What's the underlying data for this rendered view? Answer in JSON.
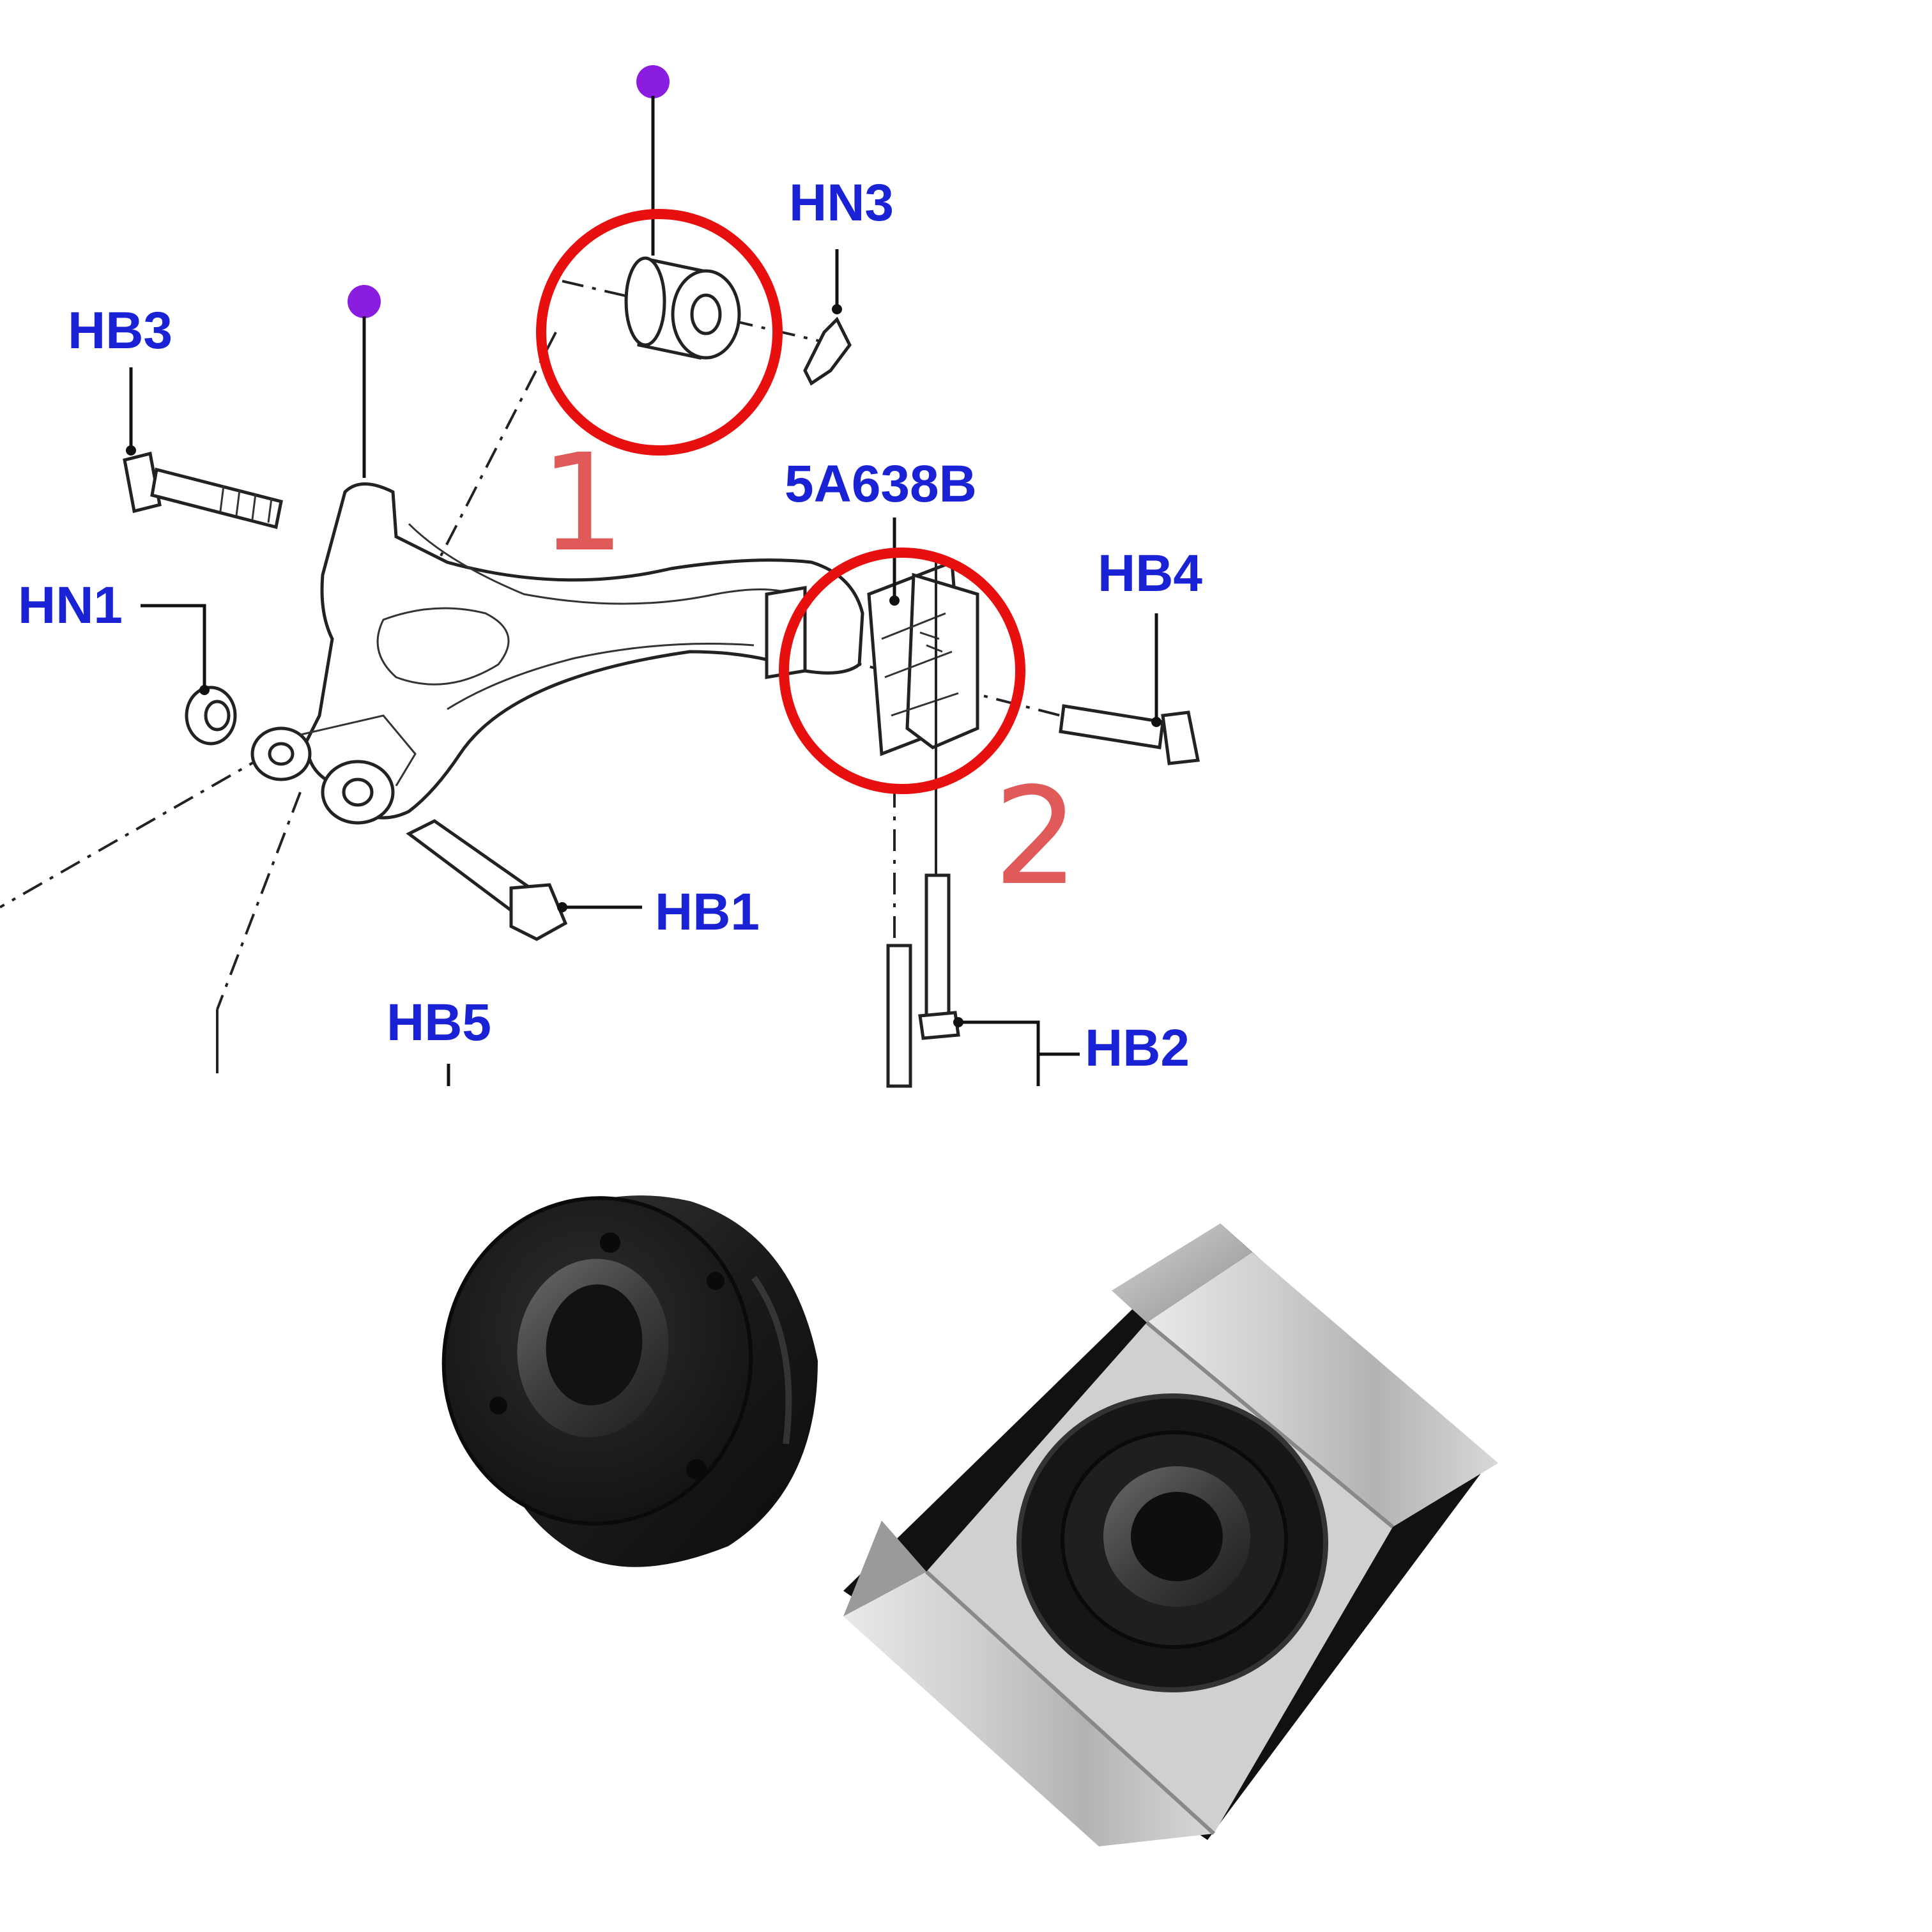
{
  "diagram": {
    "part_labels": {
      "hn3": "HN3",
      "hb3": "HB3",
      "part_5a638b": "5A638B",
      "hn1": "HN1",
      "hb4": "HB4",
      "hb1": "HB1",
      "hb5": "HB5",
      "hb2": "HB2"
    },
    "circle_numbers": {
      "first": "1",
      "second": "2"
    }
  },
  "colors": {
    "label_blue": "#1a22d6",
    "highlight_red": "#e80f0f",
    "number_red": "#e05a5a",
    "marker_purple": "#8a1de0",
    "rubber_black": "#1c1c1c",
    "metal_silver": "#c9c9c9"
  }
}
